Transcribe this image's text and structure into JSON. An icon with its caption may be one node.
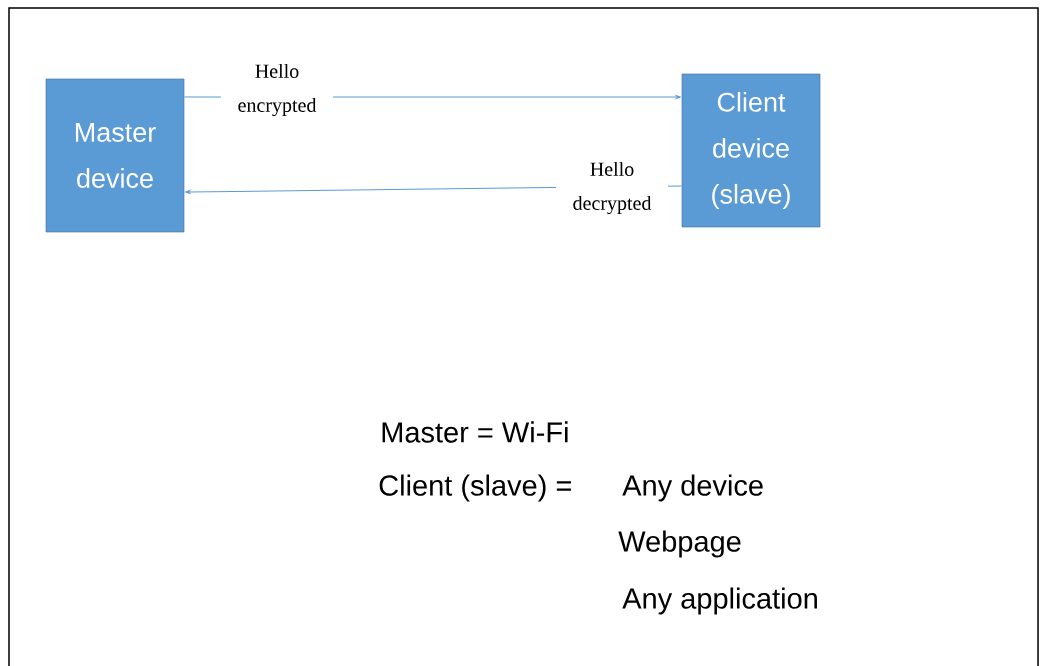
{
  "diagram": {
    "nodes": [
      {
        "text": [
          "Master device"
        ]
      },
      {
        "text": [
          "Client device (slave)"
        ]
      }
    ],
    "edges": [
      {
        "from": 0,
        "to": 1,
        "arrow": "to",
        "label": "Hello encrypted"
      },
      {
        "from": 1,
        "to": 0,
        "arrow": "to",
        "label": "Hello decrypted"
      }
    ],
    "labels": [
      "Master = Wi-Fi",
      "Client (slave) =",
      "Any device",
      "Webpage",
      "Any application"
    ]
  }
}
